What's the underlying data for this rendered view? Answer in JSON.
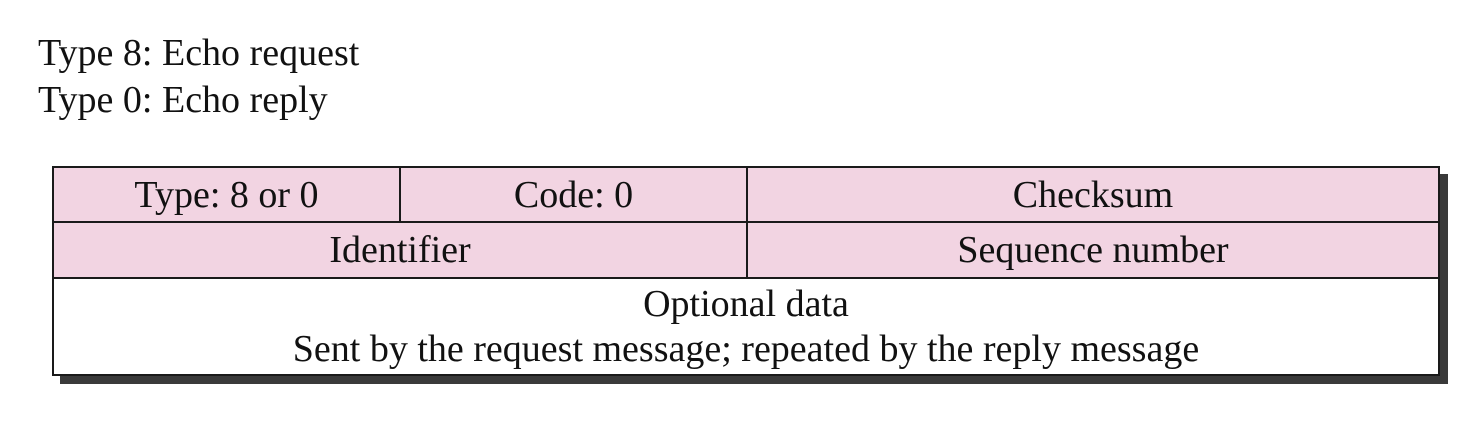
{
  "legend": {
    "line1": "Type 8: Echo request",
    "line2": "Type 0: Echo reply"
  },
  "packet": {
    "type_field": "Type: 8 or 0",
    "code_field": "Code: 0",
    "checksum_field": "Checksum",
    "identifier_field": "Identifier",
    "sequence_field": "Sequence number",
    "data_title": "Optional data",
    "data_desc": "Sent by the request message; repeated by the reply message"
  },
  "colors": {
    "header_fill": "#f2d4e2",
    "border": "#1a1a1a",
    "shadow": "#3a3a3a"
  }
}
